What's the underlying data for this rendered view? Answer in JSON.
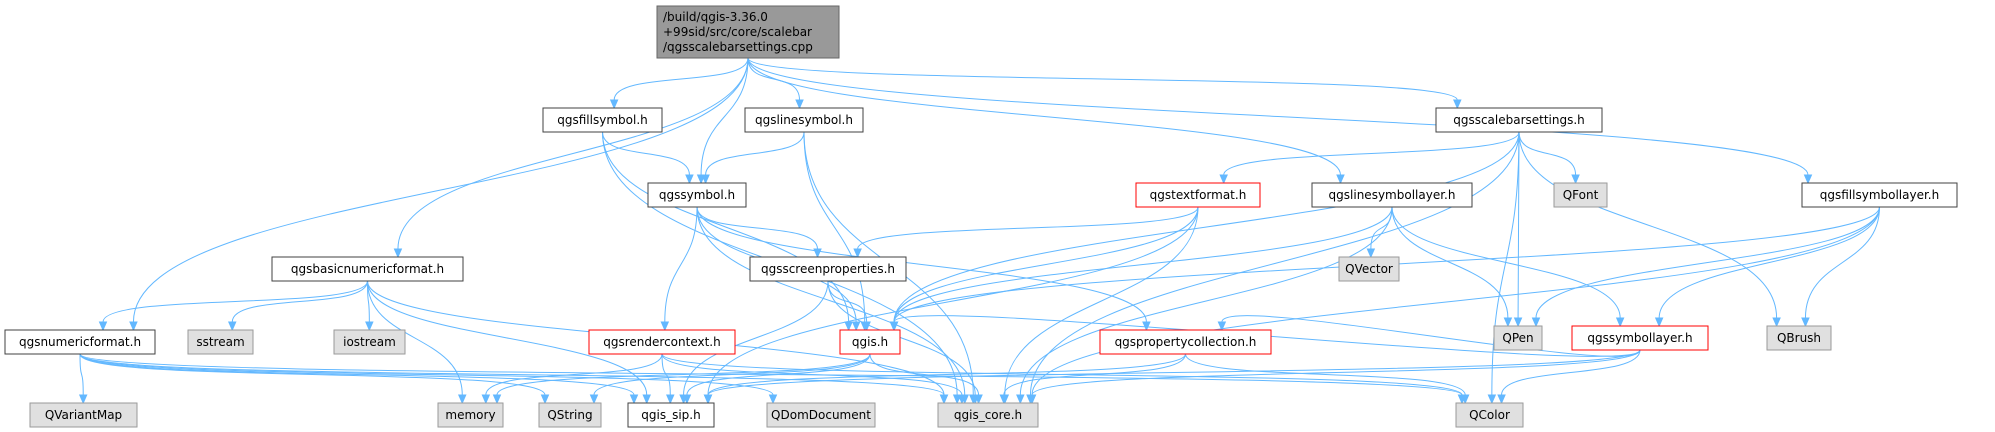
{
  "diagram": {
    "colors": {
      "edge": "#63b8ff",
      "root_fill": "#999999",
      "root_stroke": "#666666",
      "normal_stroke": "#404040",
      "highlight_stroke": "#ff0000",
      "system_fill": "#e0e0e0",
      "system_stroke": "#999999"
    },
    "nodes": [
      {
        "id": "root",
        "lines": [
          "/build/qgis-3.36.0",
          "+99sid/src/core/scalebar",
          "/qgsscalebarsettings.cpp"
        ],
        "style": "root"
      },
      {
        "id": "qgsfillsymbol",
        "lines": [
          "qgsfillsymbol.h"
        ],
        "style": "normal"
      },
      {
        "id": "qgslinesymbol",
        "lines": [
          "qgslinesymbol.h"
        ],
        "style": "normal"
      },
      {
        "id": "qgsscalebarsettings",
        "lines": [
          "qgsscalebarsettings.h"
        ],
        "style": "normal"
      },
      {
        "id": "qgssymbol",
        "lines": [
          "qgssymbol.h"
        ],
        "style": "normal"
      },
      {
        "id": "qgstextformat",
        "lines": [
          "qgstextformat.h"
        ],
        "style": "red"
      },
      {
        "id": "qgslinesymbollayer",
        "lines": [
          "qgslinesymbollayer.h"
        ],
        "style": "normal"
      },
      {
        "id": "qfont",
        "lines": [
          "QFont"
        ],
        "style": "system"
      },
      {
        "id": "qgsfillsymbollayer",
        "lines": [
          "qgsfillsymbollayer.h"
        ],
        "style": "normal"
      },
      {
        "id": "qgsbasicnumericformat",
        "lines": [
          "qgsbasicnumericformat.h"
        ],
        "style": "normal"
      },
      {
        "id": "qgsscreenproperties",
        "lines": [
          "qgsscreenproperties.h"
        ],
        "style": "normal"
      },
      {
        "id": "qvector",
        "lines": [
          "QVector"
        ],
        "style": "system"
      },
      {
        "id": "qpen",
        "lines": [
          "QPen"
        ],
        "style": "system"
      },
      {
        "id": "qgssymbollayer",
        "lines": [
          "qgssymbollayer.h"
        ],
        "style": "red"
      },
      {
        "id": "qbrush",
        "lines": [
          "QBrush"
        ],
        "style": "system"
      },
      {
        "id": "qgsnumericformat",
        "lines": [
          "qgsnumericformat.h"
        ],
        "style": "normal"
      },
      {
        "id": "sstream",
        "lines": [
          "sstream"
        ],
        "style": "system"
      },
      {
        "id": "iostream",
        "lines": [
          "iostream"
        ],
        "style": "system"
      },
      {
        "id": "qgsrendercontext",
        "lines": [
          "qgsrendercontext.h"
        ],
        "style": "red"
      },
      {
        "id": "qgis",
        "lines": [
          "qgis.h"
        ],
        "style": "red"
      },
      {
        "id": "qgspropertycollection",
        "lines": [
          "qgspropertycollection.h"
        ],
        "style": "red"
      },
      {
        "id": "qvariantmap",
        "lines": [
          "QVariantMap"
        ],
        "style": "system"
      },
      {
        "id": "memory",
        "lines": [
          "memory"
        ],
        "style": "system"
      },
      {
        "id": "qstring",
        "lines": [
          "QString"
        ],
        "style": "system"
      },
      {
        "id": "qgis_sip",
        "lines": [
          "qgis_sip.h"
        ],
        "style": "normal"
      },
      {
        "id": "qdomdocument",
        "lines": [
          "QDomDocument"
        ],
        "style": "system"
      },
      {
        "id": "qgis_core",
        "lines": [
          "qgis_core.h"
        ],
        "style": "system"
      },
      {
        "id": "qcolor",
        "lines": [
          "QColor"
        ],
        "style": "system"
      }
    ],
    "edges": [
      [
        "root",
        "qgsfillsymbol"
      ],
      [
        "root",
        "qgslinesymbol"
      ],
      [
        "root",
        "qgsscalebarsettings"
      ],
      [
        "root",
        "qgssymbol"
      ],
      [
        "root",
        "qgslinesymbollayer"
      ],
      [
        "root",
        "qgsfillsymbollayer"
      ],
      [
        "root",
        "qgsbasicnumericformat"
      ],
      [
        "root",
        "qgsnumericformat"
      ],
      [
        "qgsfillsymbol",
        "qgssymbol"
      ],
      [
        "qgsfillsymbol",
        "qgis_core"
      ],
      [
        "qgsfillsymbol",
        "qgis"
      ],
      [
        "qgslinesymbol",
        "qgssymbol"
      ],
      [
        "qgslinesymbol",
        "qgis_core"
      ],
      [
        "qgslinesymbol",
        "qgis"
      ],
      [
        "qgsscalebarsettings",
        "qgstextformat"
      ],
      [
        "qgsscalebarsettings",
        "qfont"
      ],
      [
        "qgsscalebarsettings",
        "qpen"
      ],
      [
        "qgsscalebarsettings",
        "qbrush"
      ],
      [
        "qgsscalebarsettings",
        "qcolor"
      ],
      [
        "qgsscalebarsettings",
        "qgis"
      ],
      [
        "qgsscalebarsettings",
        "qgis_core"
      ],
      [
        "qgssymbol",
        "qgsscreenproperties"
      ],
      [
        "qgssymbol",
        "qgsrendercontext"
      ],
      [
        "qgssymbol",
        "qgis"
      ],
      [
        "qgssymbol",
        "qgspropertycollection"
      ],
      [
        "qgssymbol",
        "qgis_core"
      ],
      [
        "qgstextformat",
        "qgsscreenproperties"
      ],
      [
        "qgstextformat",
        "qgis"
      ],
      [
        "qgstextformat",
        "qgis_sip"
      ],
      [
        "qgstextformat",
        "qgis_core"
      ],
      [
        "qgslinesymbollayer",
        "qgssymbollayer"
      ],
      [
        "qgslinesymbollayer",
        "qvector"
      ],
      [
        "qgslinesymbollayer",
        "qpen"
      ],
      [
        "qgslinesymbollayer",
        "qgis"
      ],
      [
        "qgslinesymbollayer",
        "qgis_core"
      ],
      [
        "qgsfillsymbollayer",
        "qgssymbollayer"
      ],
      [
        "qgsfillsymbollayer",
        "qpen"
      ],
      [
        "qgsfillsymbollayer",
        "qbrush"
      ],
      [
        "qgsfillsymbollayer",
        "qgis"
      ],
      [
        "qgsfillsymbollayer",
        "qgis_core"
      ],
      [
        "qgsbasicnumericformat",
        "qgsnumericformat"
      ],
      [
        "qgsbasicnumericformat",
        "sstream"
      ],
      [
        "qgsbasicnumericformat",
        "iostream"
      ],
      [
        "qgsbasicnumericformat",
        "memory"
      ],
      [
        "qgsbasicnumericformat",
        "qgis_sip"
      ],
      [
        "qgsbasicnumericformat",
        "qgis_core"
      ],
      [
        "qgsscreenproperties",
        "qgis"
      ],
      [
        "qgsscreenproperties",
        "qgis_sip"
      ],
      [
        "qgsscreenproperties",
        "qgis_core"
      ],
      [
        "qgssymbollayer",
        "qgis"
      ],
      [
        "qgssymbollayer",
        "qgspropertycollection"
      ],
      [
        "qgssymbollayer",
        "qcolor"
      ],
      [
        "qgssymbollayer",
        "qgis_core"
      ],
      [
        "qgssymbollayer",
        "qgis_sip"
      ],
      [
        "qgsnumericformat",
        "qvariantmap"
      ],
      [
        "qgsnumericformat",
        "qstring"
      ],
      [
        "qgsnumericformat",
        "qgis_sip"
      ],
      [
        "qgsnumericformat",
        "qdomdocument"
      ],
      [
        "qgsnumericformat",
        "qgis_core"
      ],
      [
        "qgsnumericformat",
        "qcolor"
      ],
      [
        "qgsrendercontext",
        "memory"
      ],
      [
        "qgsrendercontext",
        "qgis_sip"
      ],
      [
        "qgsrendercontext",
        "qgis_core"
      ],
      [
        "qgsrendercontext",
        "qcolor"
      ],
      [
        "qgis",
        "qstring"
      ],
      [
        "qgis",
        "qgis_sip"
      ],
      [
        "qgis",
        "qgis_core"
      ],
      [
        "qgis",
        "memory"
      ],
      [
        "qgspropertycollection",
        "qgis_core"
      ],
      [
        "qgspropertycollection",
        "qcolor"
      ],
      [
        "qgspropertycollection",
        "qgis_sip"
      ]
    ]
  }
}
